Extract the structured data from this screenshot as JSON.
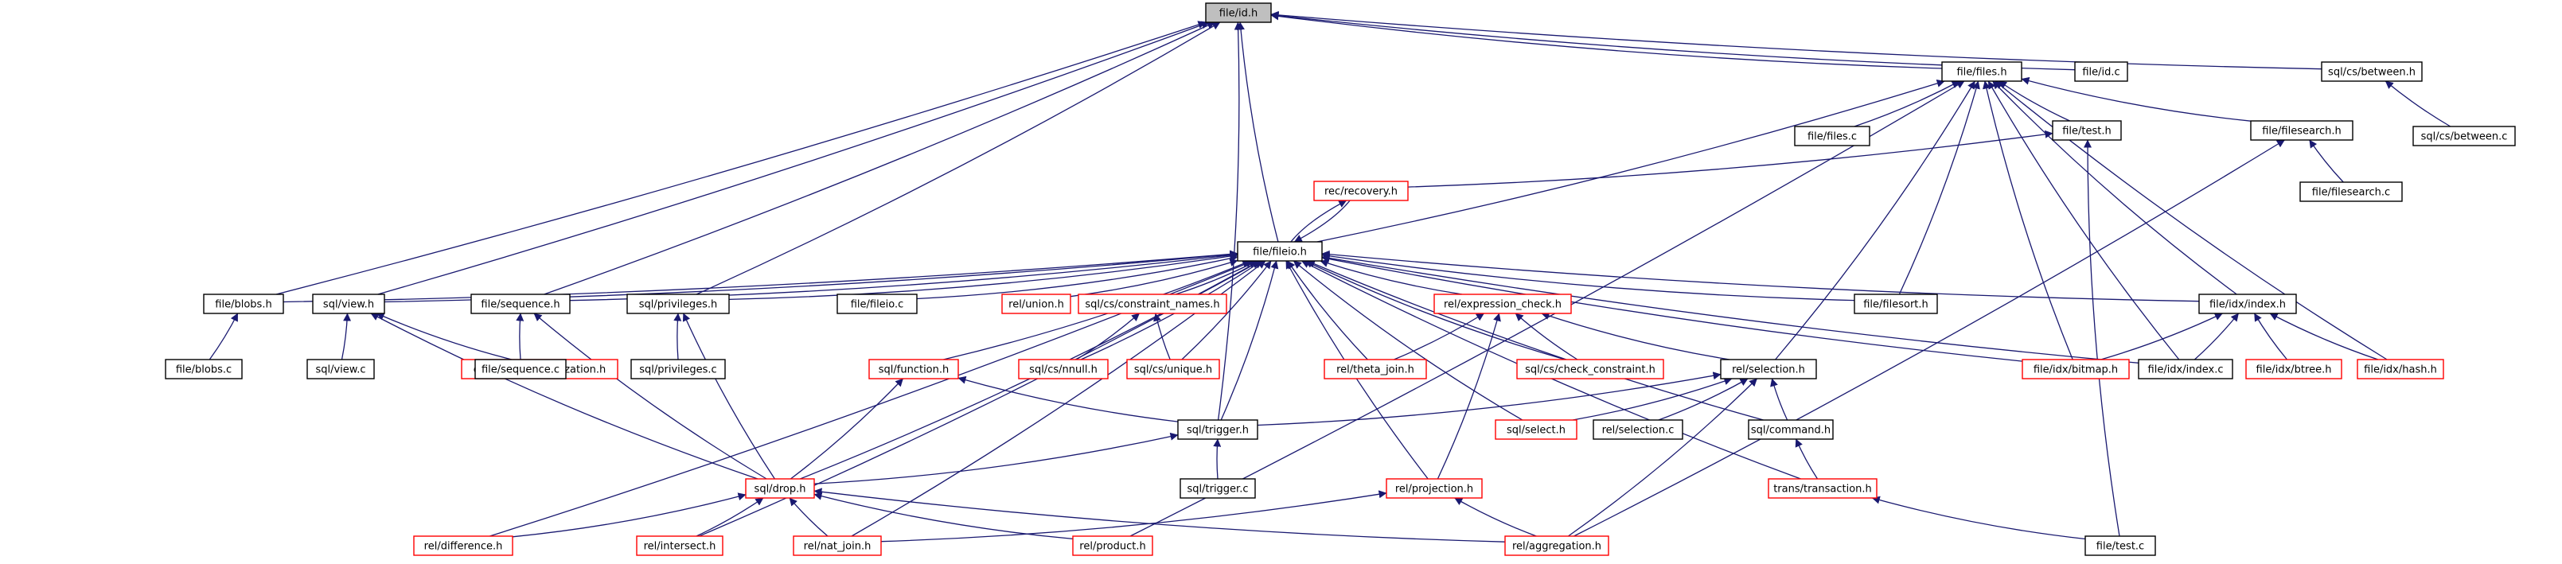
{
  "colors": {
    "edge": "#191970",
    "node_border_normal": "#000000",
    "node_border_truncated": "#ff0000",
    "node_fill": "#ffffff",
    "focus_fill": "#bfbfbf"
  },
  "nodes": [
    {
      "id": "id_h",
      "label": "file/id.h",
      "style": "focus"
    },
    {
      "id": "files_h",
      "label": "file/files.h",
      "style": "normal"
    },
    {
      "id": "id_c",
      "label": "file/id.c",
      "style": "normal"
    },
    {
      "id": "between_h",
      "label": "sql/cs/between.h",
      "style": "normal"
    },
    {
      "id": "between_c",
      "label": "sql/cs/between.c",
      "style": "normal"
    },
    {
      "id": "files_c",
      "label": "file/files.c",
      "style": "normal"
    },
    {
      "id": "test_h",
      "label": "file/test.h",
      "style": "normal"
    },
    {
      "id": "filesearch_h",
      "label": "file/filesearch.h",
      "style": "normal"
    },
    {
      "id": "filesearch_c",
      "label": "file/filesearch.c",
      "style": "normal"
    },
    {
      "id": "recovery_h",
      "label": "rec/recovery.h",
      "style": "truncated"
    },
    {
      "id": "fileio_h",
      "label": "file/fileio.h",
      "style": "normal"
    },
    {
      "id": "blobs_h",
      "label": "file/blobs.h",
      "style": "normal"
    },
    {
      "id": "view_h",
      "label": "sql/view.h",
      "style": "normal"
    },
    {
      "id": "sequence_h",
      "label": "file/sequence.h",
      "style": "normal"
    },
    {
      "id": "privileges_h",
      "label": "sql/privileges.h",
      "style": "normal"
    },
    {
      "id": "fileio_c",
      "label": "file/fileio.c",
      "style": "normal"
    },
    {
      "id": "union_h",
      "label": "rel/union.h",
      "style": "truncated"
    },
    {
      "id": "constraint_names_h",
      "label": "sql/cs/constraint_names.h",
      "style": "truncated"
    },
    {
      "id": "expression_check_h",
      "label": "rel/expression_check.h",
      "style": "truncated"
    },
    {
      "id": "filesort_h",
      "label": "file/filesort.h",
      "style": "normal"
    },
    {
      "id": "idx_index_h",
      "label": "file/idx/index.h",
      "style": "normal"
    },
    {
      "id": "blobs_c",
      "label": "file/blobs.c",
      "style": "normal"
    },
    {
      "id": "view_c",
      "label": "sql/view.c",
      "style": "normal"
    },
    {
      "id": "query_optimization_h",
      "label": "opti/query_optimization.h",
      "style": "truncated"
    },
    {
      "id": "sequence_c",
      "label": "file/sequence.c",
      "style": "normal"
    },
    {
      "id": "privileges_c",
      "label": "sql/privileges.c",
      "style": "normal"
    },
    {
      "id": "function_h",
      "label": "sql/function.h",
      "style": "truncated"
    },
    {
      "id": "nnull_h",
      "label": "sql/cs/nnull.h",
      "style": "truncated"
    },
    {
      "id": "unique_h",
      "label": "sql/cs/unique.h",
      "style": "truncated"
    },
    {
      "id": "theta_join_h",
      "label": "rel/theta_join.h",
      "style": "truncated"
    },
    {
      "id": "check_constraint_h",
      "label": "sql/cs/check_constraint.h",
      "style": "truncated"
    },
    {
      "id": "selection_h",
      "label": "rel/selection.h",
      "style": "normal"
    },
    {
      "id": "bitmap_h",
      "label": "file/idx/bitmap.h",
      "style": "truncated"
    },
    {
      "id": "idx_index_c",
      "label": "file/idx/index.c",
      "style": "normal"
    },
    {
      "id": "btree_h",
      "label": "file/idx/btree.h",
      "style": "truncated"
    },
    {
      "id": "hash_h",
      "label": "file/idx/hash.h",
      "style": "truncated"
    },
    {
      "id": "trigger_h",
      "label": "sql/trigger.h",
      "style": "normal"
    },
    {
      "id": "select_h",
      "label": "sql/select.h",
      "style": "truncated"
    },
    {
      "id": "selection_c",
      "label": "rel/selection.c",
      "style": "normal"
    },
    {
      "id": "command_h",
      "label": "sql/command.h",
      "style": "normal"
    },
    {
      "id": "drop_h",
      "label": "sql/drop.h",
      "style": "truncated"
    },
    {
      "id": "trigger_c",
      "label": "sql/trigger.c",
      "style": "normal"
    },
    {
      "id": "projection_h",
      "label": "rel/projection.h",
      "style": "truncated"
    },
    {
      "id": "transaction_h",
      "label": "trans/transaction.h",
      "style": "truncated"
    },
    {
      "id": "difference_h",
      "label": "rel/difference.h",
      "style": "truncated"
    },
    {
      "id": "intersect_h",
      "label": "rel/intersect.h",
      "style": "truncated"
    },
    {
      "id": "nat_join_h",
      "label": "rel/nat_join.h",
      "style": "truncated"
    },
    {
      "id": "product_h",
      "label": "rel/product.h",
      "style": "truncated"
    },
    {
      "id": "aggregation_h",
      "label": "rel/aggregation.h",
      "style": "truncated"
    },
    {
      "id": "test_c",
      "label": "file/test.c",
      "style": "normal"
    }
  ],
  "edges": [
    [
      "files_h",
      "id_h"
    ],
    [
      "id_c",
      "id_h"
    ],
    [
      "between_h",
      "id_h"
    ],
    [
      "fileio_h",
      "id_h"
    ],
    [
      "blobs_h",
      "id_h"
    ],
    [
      "view_h",
      "id_h"
    ],
    [
      "sequence_h",
      "id_h"
    ],
    [
      "privileges_h",
      "id_h"
    ],
    [
      "trigger_h",
      "id_h"
    ],
    [
      "between_c",
      "between_h"
    ],
    [
      "files_c",
      "files_h"
    ],
    [
      "test_h",
      "files_h"
    ],
    [
      "filesearch_h",
      "files_h"
    ],
    [
      "fileio_h",
      "files_h"
    ],
    [
      "filesort_h",
      "files_h"
    ],
    [
      "idx_index_h",
      "files_h"
    ],
    [
      "bitmap_h",
      "files_h"
    ],
    [
      "idx_index_c",
      "files_h"
    ],
    [
      "hash_h",
      "files_h"
    ],
    [
      "selection_h",
      "files_h"
    ],
    [
      "product_h",
      "files_h"
    ],
    [
      "recovery_h",
      "test_h"
    ],
    [
      "test_c",
      "test_h"
    ],
    [
      "filesearch_c",
      "filesearch_h"
    ],
    [
      "aggregation_h",
      "filesearch_h"
    ],
    [
      "fileio_h",
      "recovery_h"
    ],
    [
      "recovery_h",
      "fileio_h"
    ],
    [
      "blobs_h",
      "fileio_h"
    ],
    [
      "view_h",
      "fileio_h"
    ],
    [
      "sequence_h",
      "fileio_h"
    ],
    [
      "privileges_h",
      "fileio_h"
    ],
    [
      "fileio_c",
      "fileio_h"
    ],
    [
      "union_h",
      "fileio_h"
    ],
    [
      "constraint_names_h",
      "fileio_h"
    ],
    [
      "expression_check_h",
      "fileio_h"
    ],
    [
      "filesort_h",
      "fileio_h"
    ],
    [
      "idx_index_h",
      "fileio_h"
    ],
    [
      "function_h",
      "fileio_h"
    ],
    [
      "nnull_h",
      "fileio_h"
    ],
    [
      "unique_h",
      "fileio_h"
    ],
    [
      "theta_join_h",
      "fileio_h"
    ],
    [
      "check_constraint_h",
      "fileio_h"
    ],
    [
      "bitmap_h",
      "fileio_h"
    ],
    [
      "idx_index_c",
      "fileio_h"
    ],
    [
      "trigger_h",
      "fileio_h"
    ],
    [
      "select_h",
      "fileio_h"
    ],
    [
      "command_h",
      "fileio_h"
    ],
    [
      "drop_h",
      "fileio_h"
    ],
    [
      "projection_h",
      "fileio_h"
    ],
    [
      "transaction_h",
      "fileio_h"
    ],
    [
      "difference_h",
      "fileio_h"
    ],
    [
      "intersect_h",
      "fileio_h"
    ],
    [
      "nat_join_h",
      "fileio_h"
    ],
    [
      "blobs_c",
      "blobs_h"
    ],
    [
      "view_c",
      "view_h"
    ],
    [
      "query_optimization_h",
      "view_h"
    ],
    [
      "drop_h",
      "view_h"
    ],
    [
      "sequence_c",
      "sequence_h"
    ],
    [
      "drop_h",
      "sequence_h"
    ],
    [
      "privileges_c",
      "privileges_h"
    ],
    [
      "drop_h",
      "privileges_h"
    ],
    [
      "nnull_h",
      "constraint_names_h"
    ],
    [
      "unique_h",
      "constraint_names_h"
    ],
    [
      "theta_join_h",
      "expression_check_h"
    ],
    [
      "check_constraint_h",
      "expression_check_h"
    ],
    [
      "selection_h",
      "expression_check_h"
    ],
    [
      "projection_h",
      "expression_check_h"
    ],
    [
      "bitmap_h",
      "idx_index_h"
    ],
    [
      "idx_index_c",
      "idx_index_h"
    ],
    [
      "btree_h",
      "idx_index_h"
    ],
    [
      "hash_h",
      "idx_index_h"
    ],
    [
      "drop_h",
      "function_h"
    ],
    [
      "trigger_h",
      "function_h"
    ],
    [
      "trigger_h",
      "selection_h"
    ],
    [
      "select_h",
      "selection_h"
    ],
    [
      "selection_c",
      "selection_h"
    ],
    [
      "command_h",
      "selection_h"
    ],
    [
      "aggregation_h",
      "selection_h"
    ],
    [
      "drop_h",
      "trigger_h"
    ],
    [
      "trigger_c",
      "trigger_h"
    ],
    [
      "transaction_h",
      "command_h"
    ],
    [
      "test_c",
      "transaction_h"
    ],
    [
      "nat_join_h",
      "projection_h"
    ],
    [
      "aggregation_h",
      "projection_h"
    ],
    [
      "difference_h",
      "drop_h"
    ],
    [
      "intersect_h",
      "drop_h"
    ],
    [
      "nat_join_h",
      "drop_h"
    ],
    [
      "product_h",
      "drop_h"
    ],
    [
      "aggregation_h",
      "drop_h"
    ]
  ]
}
